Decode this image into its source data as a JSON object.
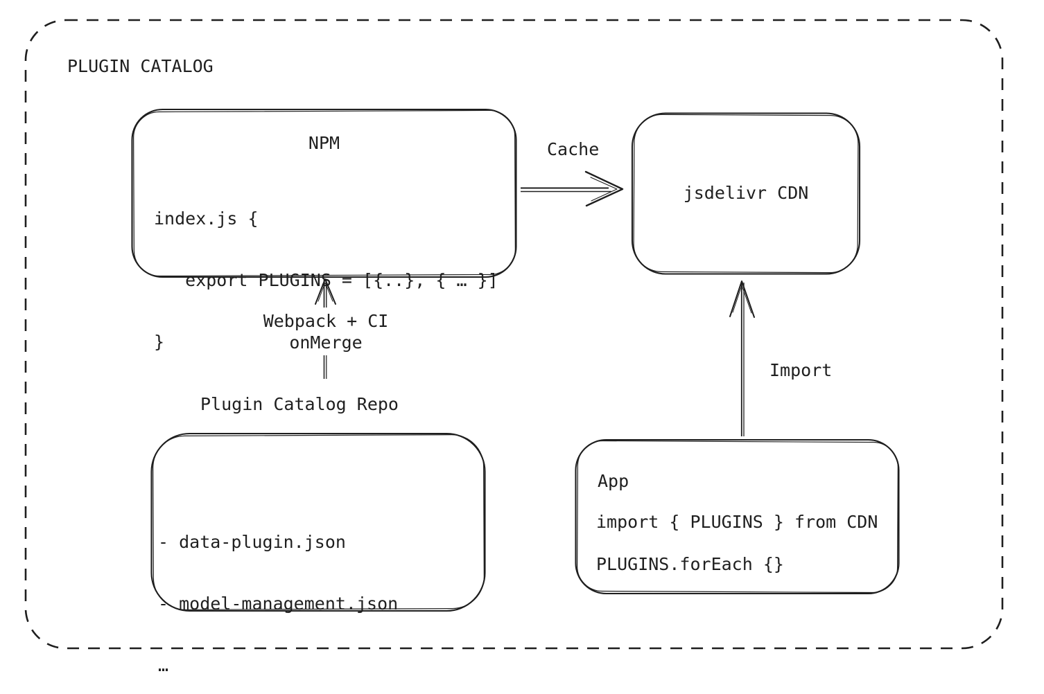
{
  "diagram": {
    "title": "PLUGIN CATALOG",
    "nodes": {
      "npm": {
        "title": "NPM",
        "code_lines": [
          "index.js {",
          "   export PLUGINS = [{..}, { … }]",
          "}"
        ]
      },
      "jsdelivr": {
        "title": "jsdelivr CDN"
      },
      "repo": {
        "label": "Plugin Catalog Repo",
        "items": [
          "- data-plugin.json",
          "- model-management.json",
          "…"
        ]
      },
      "app": {
        "title": "App",
        "code_lines": [
          "import { PLUGINS } from CDN",
          "PLUGINS.forEach {}"
        ]
      }
    },
    "arrows": {
      "cache": {
        "label": "Cache"
      },
      "build": {
        "label_line1": "Webpack + CI",
        "label_line2": "onMerge"
      },
      "import_arrow": {
        "label": "Import"
      }
    }
  }
}
